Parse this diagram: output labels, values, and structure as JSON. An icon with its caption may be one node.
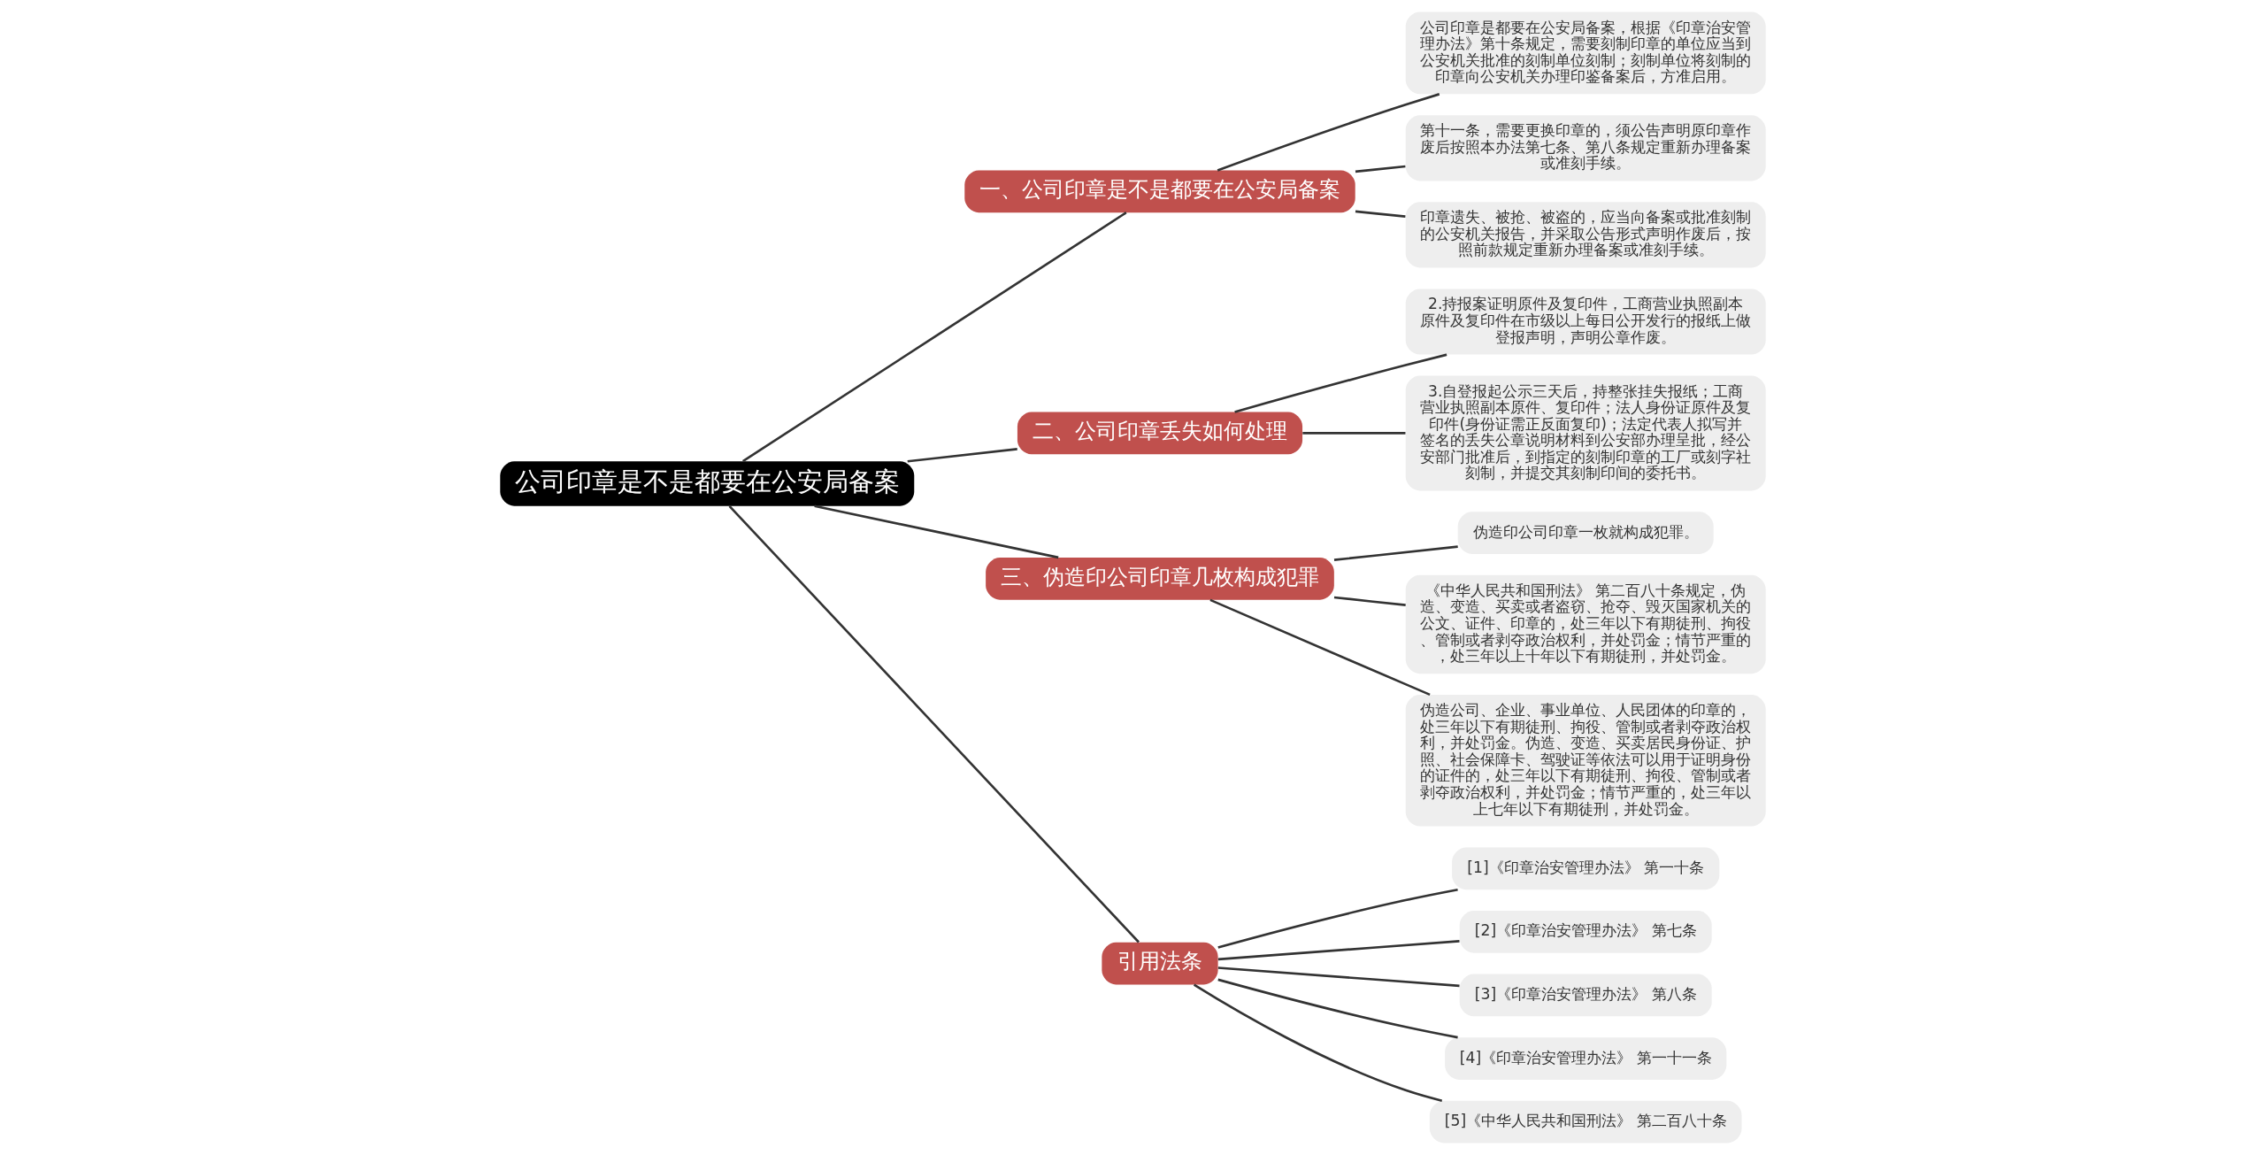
{
  "diagram": {
    "nodes": [
      {
        "text": [
          "公司印章是不是都要在公安局备案"
        ]
      },
      {
        "text": [
          "一、公司印章是不是都要在公安局备案"
        ]
      },
      {
        "text": [
          "公司印章是都要在公安局备案，根据《印章治安管理办法》第十条规定，需要刻制印章的单位应当到公安机关批准的刻制单位刻制；刻制单位将刻制的印章向公安机关办理印鉴备案后，方准启用。"
        ]
      },
      {
        "text": [
          "第十一条，需要更换印章的，须公告声明原印章作废后按照本办法第七条、第八条规定重新办理备案或准刻手续。"
        ]
      },
      {
        "text": [
          "印章遗失、被抢、被盗的，应当向备案或批准刻制的公安机关报告，并采取公告形式声明作废后，按照前款规定重新办理备案或准刻手续。"
        ]
      },
      {
        "text": [
          "二、公司印章丢失如何处理"
        ]
      },
      {
        "text": [
          "2.持报案证明原件及复印件，工商营业执照副本原件及复印件在市级以上每日公开发行的报纸上做登报声明，声明公章作废。"
        ]
      },
      {
        "text": [
          "3.自登报起公示三天后，持整张挂失报纸；工商营业执照副本原件、复印件；法人身份证原件及复印件(身份证需正反面复印)；法定代表人拟写并签名的丢失公章说明材料到公安部办理呈批，经公安部门批准后，到指定的刻制印章的工厂或刻字社刻制，并提交其刻制印间的委托书。"
        ]
      },
      {
        "text": [
          "三、伪造印公司印章几枚构成犯罪"
        ]
      },
      {
        "text": [
          "伪造印公司印章一枚就构成犯罪。"
        ]
      },
      {
        "text": [
          "《中华人民共和国刑法》 第二百八十条规定，伪造、变造、买卖或者盗窃、抢夺、毁灭国家机关的公文、证件、印章的，处三年以下有期徒刑、拘役、管制或者剥夺政治权利，并处罚金；情节严重的，处三年以上十年以下有期徒刑，并处罚金。"
        ]
      },
      {
        "text": [
          "伪造公司、企业、事业单位、人民团体的印章的，处三年以下有期徒刑、拘役、管制或者剥夺政治权利，并处罚金。伪造、变造、买卖居民身份证、护照、社会保障卡、驾驶证等依法可以用于证明身份的证件的，处三年以下有期徒刑、拘役、管制或者剥夺政治权利，并处罚金；情节严重的，处三年以上七年以下有期徒刑，并处罚金。"
        ]
      },
      {
        "text": [
          "引用法条"
        ]
      },
      {
        "text": [
          "[1]《印章治安管理办法》 第一十条"
        ]
      },
      {
        "text": [
          "[2]《印章治安管理办法》 第七条"
        ]
      },
      {
        "text": [
          "[3]《印章治安管理办法》 第八条"
        ]
      },
      {
        "text": [
          "[4]《印章治安管理办法》 第一十一条"
        ]
      },
      {
        "text": [
          "[5]《中华人民共和国刑法》 第二百八十条"
        ]
      }
    ],
    "edges": [
      {
        "from": 0,
        "to": 1,
        "arrow": "none"
      },
      {
        "from": 1,
        "to": 2,
        "arrow": "none"
      },
      {
        "from": 1,
        "to": 3,
        "arrow": "none"
      },
      {
        "from": 1,
        "to": 4,
        "arrow": "none"
      },
      {
        "from": 0,
        "to": 5,
        "arrow": "none"
      },
      {
        "from": 5,
        "to": 6,
        "arrow": "none"
      },
      {
        "from": 5,
        "to": 7,
        "arrow": "none"
      },
      {
        "from": 0,
        "to": 8,
        "arrow": "none"
      },
      {
        "from": 8,
        "to": 9,
        "arrow": "none"
      },
      {
        "from": 8,
        "to": 10,
        "arrow": "none"
      },
      {
        "from": 8,
        "to": 11,
        "arrow": "none"
      },
      {
        "from": 0,
        "to": 12,
        "arrow": "none"
      },
      {
        "from": 12,
        "to": 13,
        "arrow": "none"
      },
      {
        "from": 12,
        "to": 14,
        "arrow": "none"
      },
      {
        "from": 12,
        "to": 15,
        "arrow": "none"
      },
      {
        "from": 12,
        "to": 16,
        "arrow": "none"
      },
      {
        "from": 12,
        "to": 17,
        "arrow": "none"
      }
    ]
  }
}
